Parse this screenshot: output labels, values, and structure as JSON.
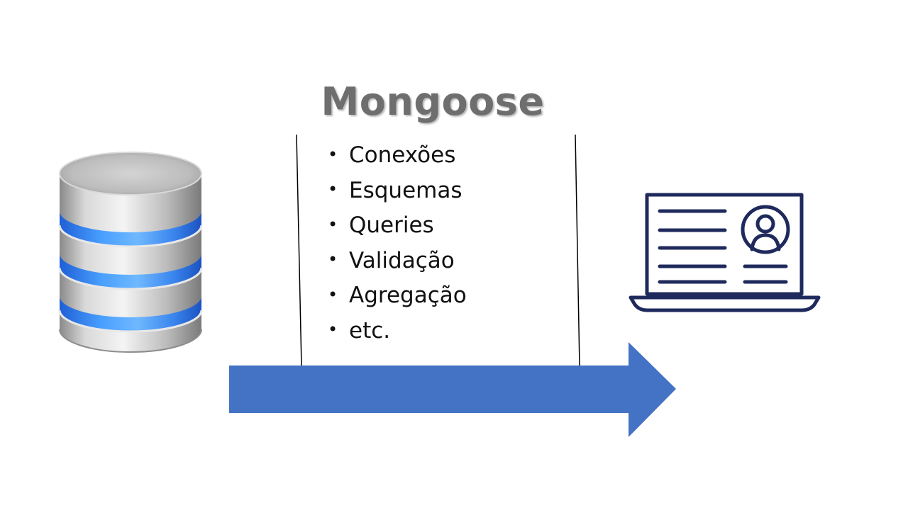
{
  "diagram": {
    "title": "Mongoose",
    "features": [
      {
        "label": "Conexões"
      },
      {
        "label": "Esquemas"
      },
      {
        "label": "Queries"
      },
      {
        "label": "Validação"
      },
      {
        "label": "Agregação"
      },
      {
        "label": "etc."
      }
    ],
    "bullet": "•",
    "icons": {
      "source": "database-icon",
      "target": "laptop-profile-icon",
      "connector": "right-arrow"
    },
    "colors": {
      "arrow": "#4472C4",
      "laptop": "#1F2A5C",
      "db_ring": "#3B8CFF",
      "title": "#6E6E6E"
    }
  }
}
